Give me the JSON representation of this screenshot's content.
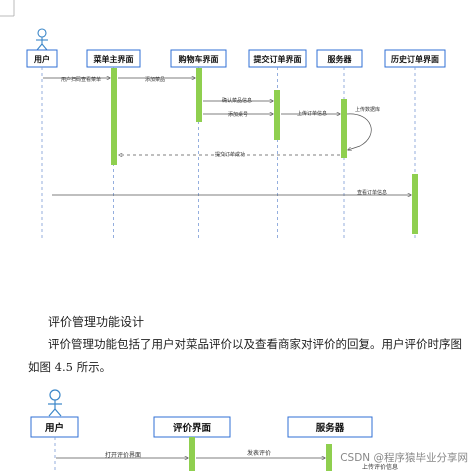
{
  "diagram1": {
    "lifelines": [
      {
        "id": "user",
        "label": "用户"
      },
      {
        "id": "menu",
        "label": "菜单主界面"
      },
      {
        "id": "cart",
        "label": "购物车界面"
      },
      {
        "id": "submit",
        "label": "提交订单界面"
      },
      {
        "id": "server",
        "label": "服务器"
      },
      {
        "id": "history",
        "label": "历史订单界面"
      }
    ],
    "messages": [
      {
        "label": "用户扫码查看菜单",
        "style": "solid"
      },
      {
        "label": "添加菜品",
        "style": "solid"
      },
      {
        "label": "确认菜品信息",
        "style": "solid"
      },
      {
        "label": "添加桌号",
        "style": "solid"
      },
      {
        "label": "上传订单信息",
        "style": "solid"
      },
      {
        "label": "上传数据库",
        "style": "solid"
      },
      {
        "label": "提交订单成功",
        "style": "dashed"
      },
      {
        "label": "查看订单信息",
        "style": "solid"
      }
    ]
  },
  "text": {
    "heading": "评价管理功能设计",
    "para1": "评价管理功能包括了用户对菜品评价以及查看商家对评价的回复。用户评价时序图",
    "para2": "如图 4.5 所示。"
  },
  "diagram2": {
    "lifelines": [
      {
        "id": "user",
        "label": "用户"
      },
      {
        "id": "review",
        "label": "评价界面"
      },
      {
        "id": "server",
        "label": "服务器"
      }
    ],
    "messages": [
      {
        "label": "打开评价界面"
      },
      {
        "label": "发表评价"
      },
      {
        "label": "上传评价信息"
      }
    ]
  },
  "watermark": "CSDN @程序猿毕业分享网",
  "colors": {
    "box_border": "#2f6fd6",
    "activation": "#8fcf4f",
    "lifeline": "#7a9bd6",
    "actor": "#3a86c8"
  }
}
